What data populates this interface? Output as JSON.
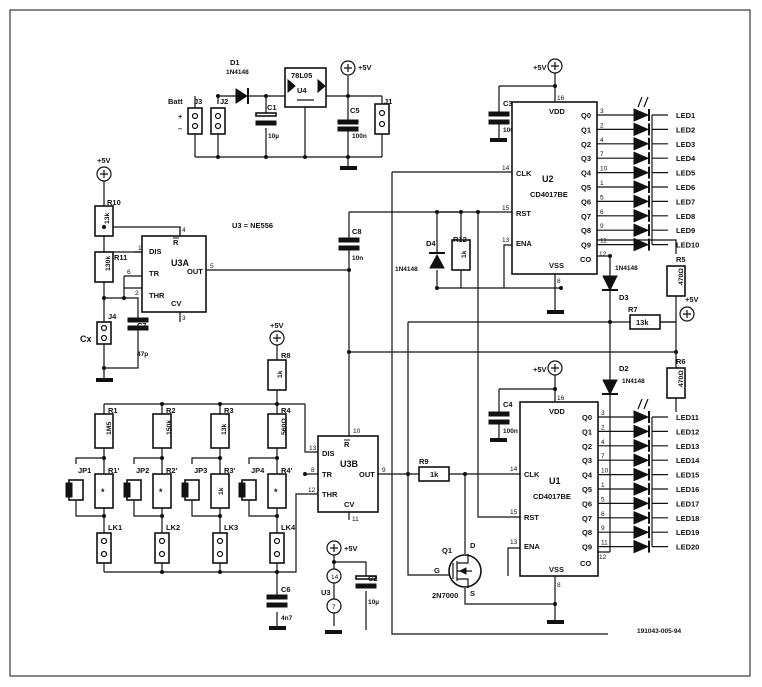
{
  "labels": {
    "d1": "D1",
    "d1_part": "1N4148",
    "u4_part": "78L05",
    "u4": "U4",
    "plus5v": "+5V",
    "batt": "Batt",
    "plus": "+",
    "minus": "–",
    "j1": "J1",
    "j2": "J2",
    "j3": "J3",
    "j4": "J4",
    "c1": "C1",
    "c1_val": "10µ",
    "c2": "C2",
    "c2_val": "10µ",
    "c3": "C3",
    "c3_val": "100n",
    "c4": "C4",
    "c4_val": "100n",
    "c5": "C5",
    "c5_val": "100n",
    "c6": "C6",
    "c6_val": "4n7",
    "c7": "C7",
    "c7_val": "47p",
    "c8": "C8",
    "c8_val": "10n",
    "cx": "Cx",
    "r1": "R1",
    "r1_val": "1M5",
    "r2": "R2",
    "r2_val": "150k",
    "r3": "R3",
    "r3_val": "13k",
    "r4": "R4",
    "r4_val": "560Ω",
    "r1p": "R1'",
    "r2p": "R2'",
    "r3p": "R3'",
    "r3p_val": "1k",
    "r4p": "R4'",
    "star": "*",
    "r5": "R5",
    "r5_val": "470Ω",
    "r6": "R6",
    "r6_val": "470Ω",
    "r7": "R7",
    "r7_val": "13k",
    "r8": "R8",
    "r8_val": "1k",
    "r9": "R9",
    "r9_val": "1k",
    "r10": "R10",
    "r10_val": "13k",
    "r11": "R11",
    "r11_val": "130k",
    "r12": "R12",
    "r12_val": "1k",
    "d2": "D2",
    "d2_part": "1N4148",
    "d3": "D3",
    "d3_part": "1N4148",
    "d4": "D4",
    "d4_part": "1N4148",
    "jp1": "JP1",
    "jp2": "JP2",
    "jp3": "JP3",
    "jp4": "JP4",
    "lk1": "LK1",
    "lk2": "LK2",
    "lk3": "LK3",
    "lk4": "LK4",
    "u3": "U3",
    "u3a": "U3A",
    "u3b": "U3B",
    "u3_note": "U3 = NE556",
    "dis": "DIS",
    "tr": "TR",
    "thr": "THR",
    "cv": "CV",
    "out": "OUT",
    "r_bar": "R",
    "u1": "U1",
    "u2": "U2",
    "cd4017": "CD4017BE",
    "vdd": "VDD",
    "vss": "VSS",
    "clk": "CLK",
    "rst": "RST",
    "ena": "ENA",
    "co": "CO",
    "q1": "Q1",
    "q1_part": "2N7000",
    "g": "G",
    "d": "D",
    "s": "S",
    "code": "191043-005-94"
  },
  "pins": {
    "p1": "1",
    "p2": "2",
    "p3": "3",
    "p4": "4",
    "p5": "5",
    "p6": "6",
    "p7": "7",
    "p8": "8",
    "p9": "9",
    "p10": "10",
    "p11": "11",
    "p12": "12",
    "p13": "13",
    "p14": "14",
    "p15": "15",
    "p16": "16"
  },
  "counter_outputs": [
    "Q0",
    "Q1",
    "Q2",
    "Q3",
    "Q4",
    "Q5",
    "Q6",
    "Q7",
    "Q8",
    "Q9"
  ],
  "counter_pins": [
    "3",
    "2",
    "4",
    "7",
    "10",
    "1",
    "5",
    "6",
    "9",
    "11"
  ],
  "leds_u2": [
    "LED1",
    "LED2",
    "LED3",
    "LED4",
    "LED5",
    "LED6",
    "LED7",
    "LED8",
    "LED9",
    "LED10"
  ],
  "leds_u1": [
    "LED11",
    "LED12",
    "LED13",
    "LED14",
    "LED15",
    "LED16",
    "LED17",
    "LED18",
    "LED19",
    "LED20"
  ]
}
